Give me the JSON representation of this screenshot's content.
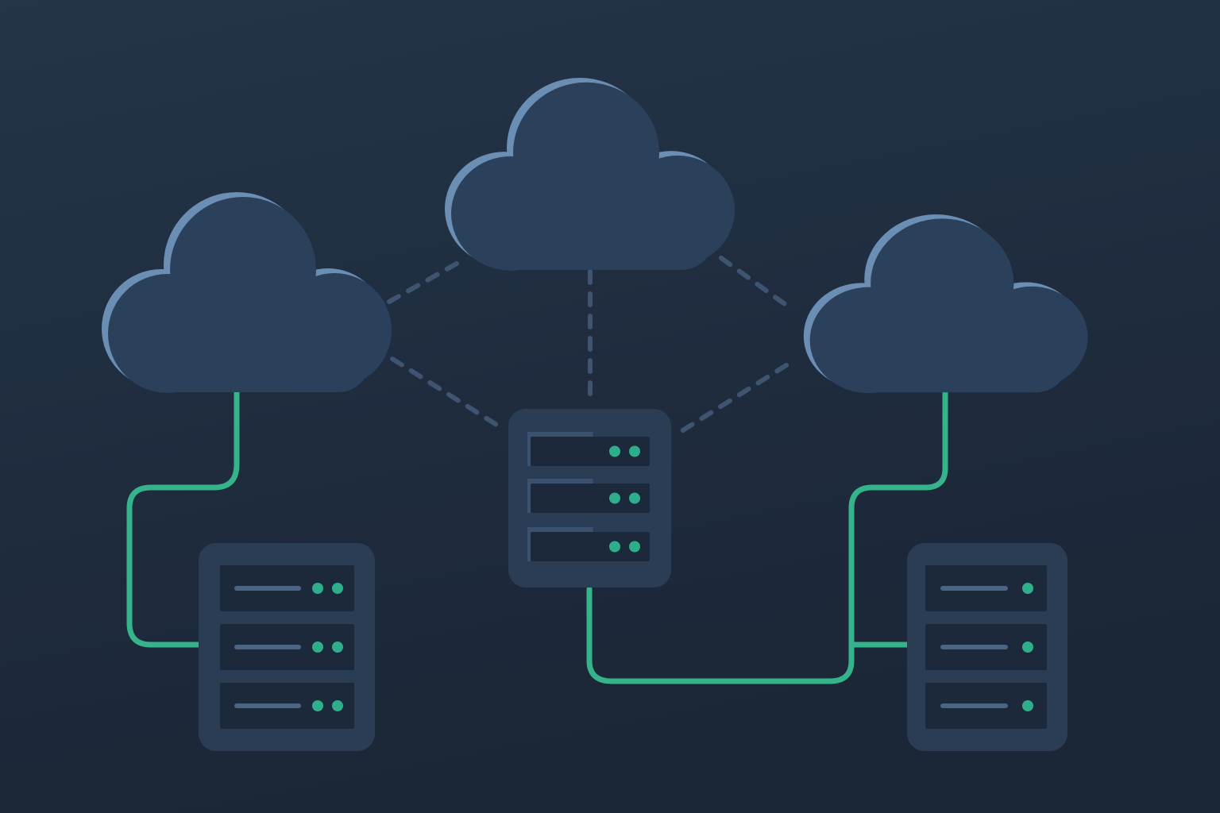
{
  "colors": {
    "background_top": "#243449",
    "background_bottom": "#1b2636",
    "cloud_fill": "#2b405a",
    "cloud_highlight": "#6b8fb4",
    "server_body": "#2a3d55",
    "server_slot": "#1b293b",
    "server_bar": "#4a6484",
    "status_led": "#2fae8c",
    "wire": "#35b38b",
    "dashed_link": "#3e5470"
  },
  "nodes": {
    "clouds": [
      "left",
      "center",
      "right"
    ],
    "servers": [
      {
        "id": "left",
        "units": 3,
        "leds_per_unit": 2
      },
      {
        "id": "center",
        "units": 3,
        "leds_per_unit": 2
      },
      {
        "id": "right",
        "units": 3,
        "leds_per_unit": 1
      }
    ]
  }
}
